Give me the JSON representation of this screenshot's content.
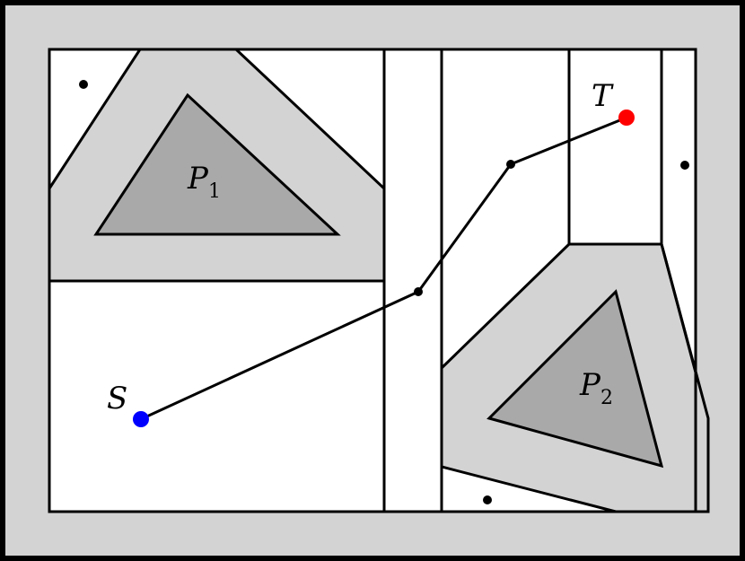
{
  "colors": {
    "border_fill": "#d3d3d3",
    "free_space": "#ffffff",
    "configuration_obstacle": "#d3d3d3",
    "obstacle": "#a9a9a9",
    "stroke": "#000000",
    "start": "#0000ff",
    "target": "#ff0000",
    "path_node": "#000000"
  },
  "labels": {
    "start": "S",
    "target": "T",
    "obstacle_1": "P",
    "obstacle_1_sub": "1",
    "obstacle_2": "P",
    "obstacle_2_sub": "2"
  }
}
